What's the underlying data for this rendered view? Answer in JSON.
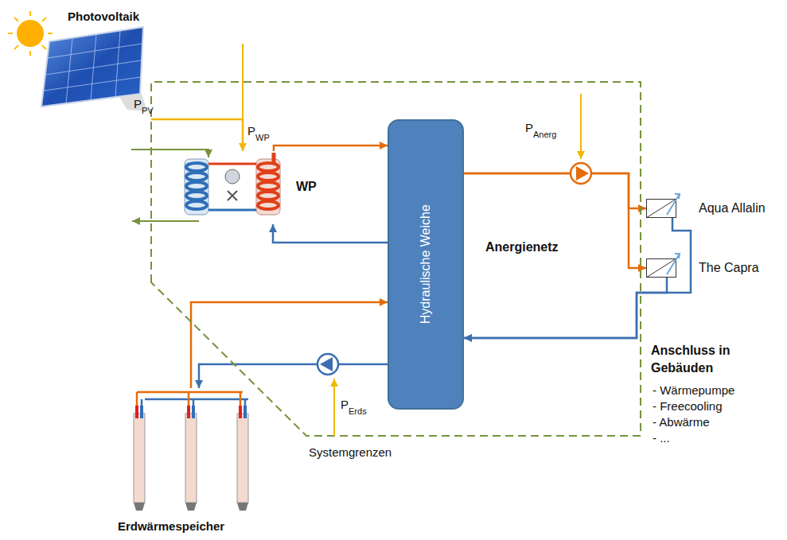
{
  "diagram": {
    "nodes": [
      {
        "text": [
          "Photovoltaik"
        ]
      },
      {
        "text": [
          "WP"
        ]
      },
      {
        "text": [
          "Hydraulische Weiche"
        ]
      },
      {
        "text": [
          "Aqua Allalin"
        ]
      },
      {
        "text": [
          "The Capra"
        ]
      },
      {
        "text": [
          "Erdwärmespeicher"
        ]
      }
    ],
    "edges": [
      {
        "from": 0,
        "to": 1,
        "arrow": "to"
      },
      {
        "from": 1,
        "to": 2,
        "arrow": "to"
      },
      {
        "from": 2,
        "to": 1,
        "arrow": "to"
      },
      {
        "from": 2,
        "to": 3,
        "arrow": "to"
      },
      {
        "from": 2,
        "to": 4,
        "arrow": "to"
      },
      {
        "from": 3,
        "to": 2,
        "arrow": "to"
      },
      {
        "from": 4,
        "to": 2,
        "arrow": "to"
      },
      {
        "from": 5,
        "to": 2,
        "arrow": "to"
      },
      {
        "from": 2,
        "to": 5,
        "arrow": "to"
      }
    ],
    "labels": [
      "P",
      "PV",
      "P",
      "WP",
      "P",
      "Anerg",
      "P",
      "Erds",
      "Anergienetz",
      "Anschluss in Gebäuden",
      "- Wärmepumpe",
      "- Freecooling",
      "- Abwärme",
      "- ...",
      "Systemgrenzen"
    ]
  }
}
